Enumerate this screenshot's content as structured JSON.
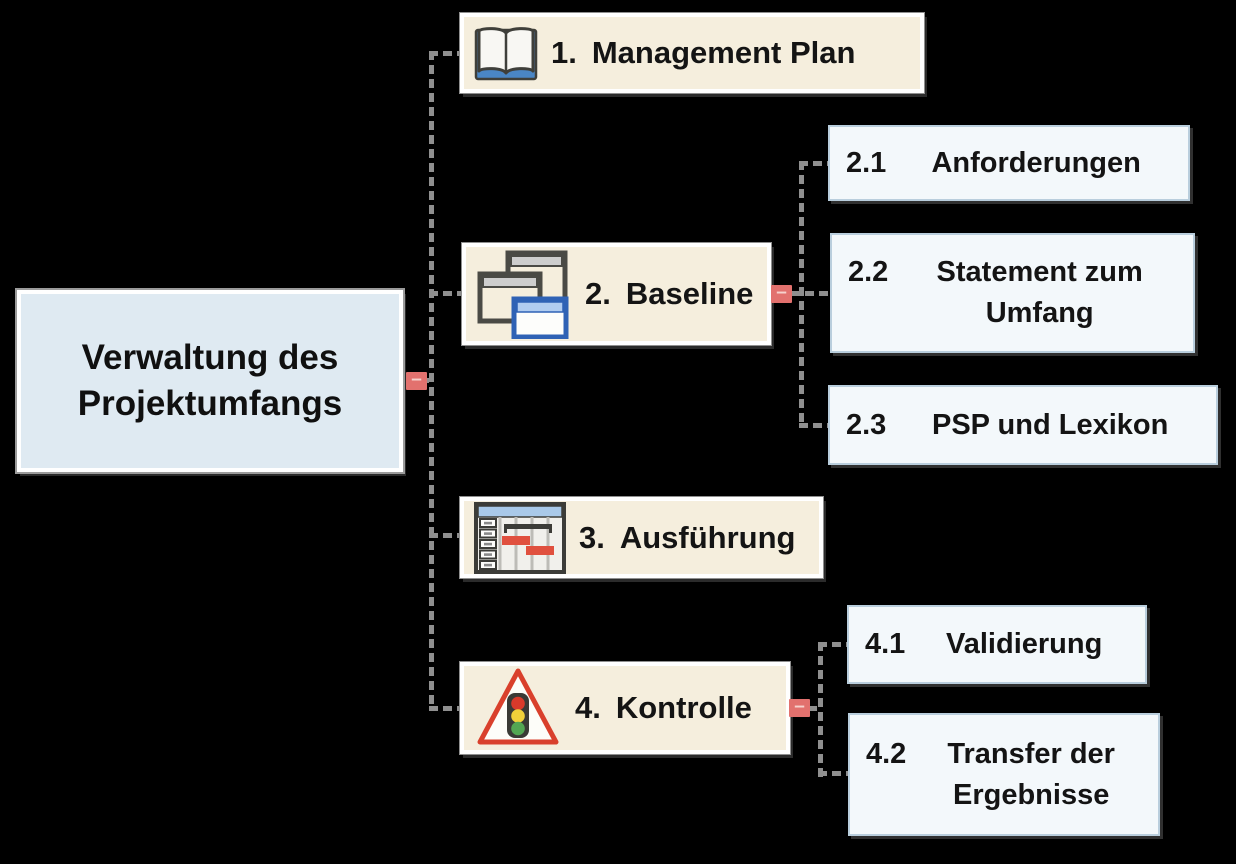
{
  "diagram_type": "mind-map",
  "colors": {
    "background": "#000000",
    "root_fill": "#dfeaf2",
    "main_topic_fill": "#f5eedd",
    "subtopic_fill": "#f3f8fb",
    "subtopic_border": "#b9cedd",
    "connector": "#8f8f8f",
    "collapse_button": "#e2716e",
    "text": "#141414"
  },
  "root": {
    "label": "Verwaltung des Projektumfangs"
  },
  "main_topics": [
    {
      "number": "1.",
      "label": "Management Plan",
      "icon": "open-book"
    },
    {
      "number": "2.",
      "label": "Baseline",
      "icon": "cascading-windows"
    },
    {
      "number": "3.",
      "label": "Ausführung",
      "icon": "gantt-chart"
    },
    {
      "number": "4.",
      "label": "Kontrolle",
      "icon": "traffic-light-warning"
    }
  ],
  "subtopics": [
    {
      "number": "2.1",
      "label": "Anforderungen",
      "parent": "2."
    },
    {
      "number": "2.2",
      "label": "Statement zum Umfang",
      "parent": "2."
    },
    {
      "number": "2.3",
      "label": "PSP und Lexikon",
      "parent": "2."
    },
    {
      "number": "4.1",
      "label": "Validierung",
      "parent": "4."
    },
    {
      "number": "4.2",
      "label": "Transfer der Ergebnisse",
      "parent": "4."
    }
  ],
  "collapse_glyph": "–"
}
